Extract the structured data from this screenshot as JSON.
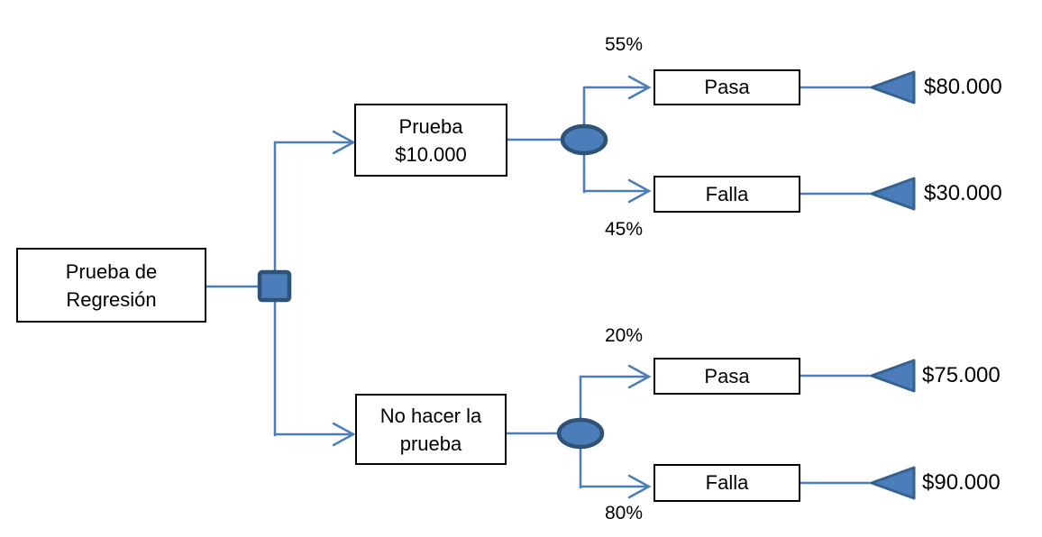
{
  "diagram_type": "decision-tree",
  "root": {
    "label_lines": [
      "Prueba de",
      "Regresión"
    ]
  },
  "branches": [
    {
      "node": {
        "label_lines": [
          "Prueba",
          "$10.000"
        ]
      },
      "outcomes": [
        {
          "probability": "55%",
          "label": "Pasa",
          "payoff": "$80.000"
        },
        {
          "probability": "45%",
          "label": "Falla",
          "payoff": "$30.000"
        }
      ]
    },
    {
      "node": {
        "label_lines": [
          "No hacer la",
          "prueba"
        ]
      },
      "outcomes": [
        {
          "probability": "20%",
          "label": "Pasa",
          "payoff": "$75.000"
        },
        {
          "probability": "80%",
          "label": "Falla",
          "payoff": "$90.000"
        }
      ]
    }
  ],
  "symbols": {
    "decision_node": "square-icon",
    "chance_node": "ellipse-icon",
    "terminal_node": "triangle-left-icon"
  },
  "colors": {
    "connector_line": "#4a7ebb",
    "shape_fill": "#4a7dba",
    "shape_border": "#2f5377",
    "box_border": "#000000",
    "background": "#ffffff",
    "text": "#000000"
  }
}
